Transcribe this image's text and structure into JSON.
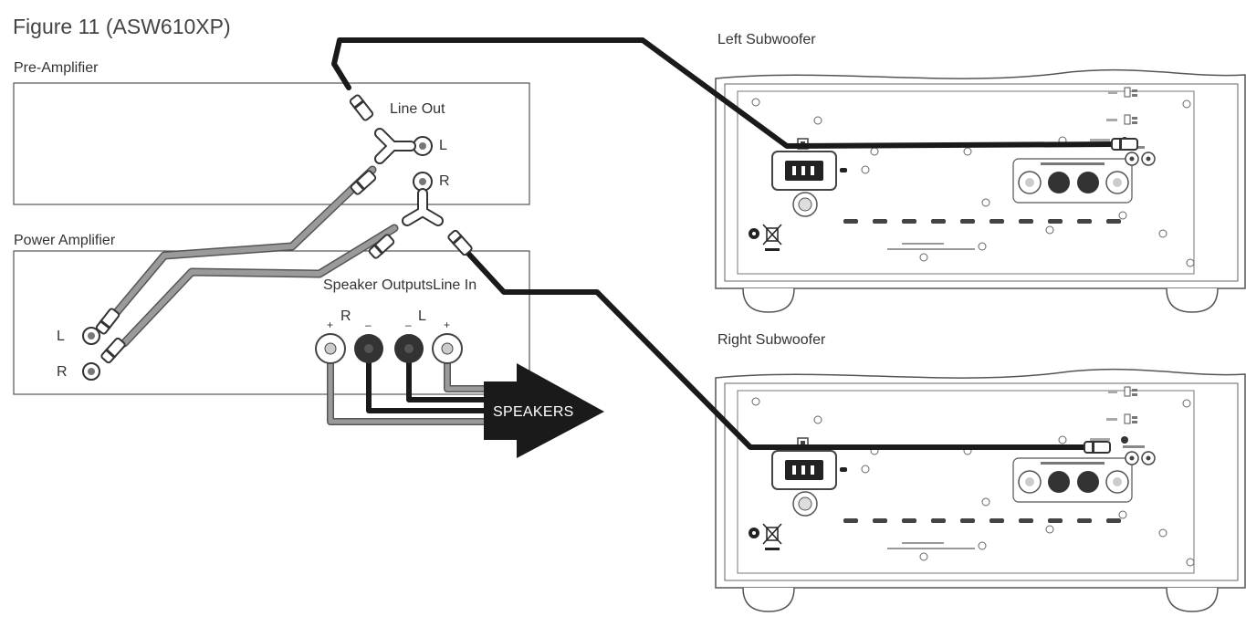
{
  "figure": {
    "title": "Figure 11 (ASW610XP)"
  },
  "pre_amplifier": {
    "title": "Pre-Amplifier",
    "line_out_label": "Line Out",
    "left_label": "L",
    "right_label": "R"
  },
  "power_amplifier": {
    "title": "Power Amplifier",
    "line_in_label": "Line In",
    "left_label": "L",
    "right_label": "R",
    "speaker_outputs_label": "Speaker Outputs",
    "speaker_right_label": "R",
    "speaker_left_label": "L",
    "plus_sign": "+",
    "minus_sign": "–"
  },
  "speakers": {
    "label": "SPEAKERS"
  },
  "subwoofers": {
    "left_title": "Left Subwoofer",
    "right_title": "Right Subwoofer"
  },
  "colors": {
    "cable_black": "#1a1a1a",
    "cable_grey": "#9a9a9a",
    "outline": "#555555",
    "terminal_red": "#3a3a3a"
  },
  "icons": [
    "rca-plug-icon",
    "y-splitter-icon",
    "rca-jack-icon",
    "speaker-terminal-icon",
    "power-inlet-icon",
    "weee-bin-icon"
  ]
}
